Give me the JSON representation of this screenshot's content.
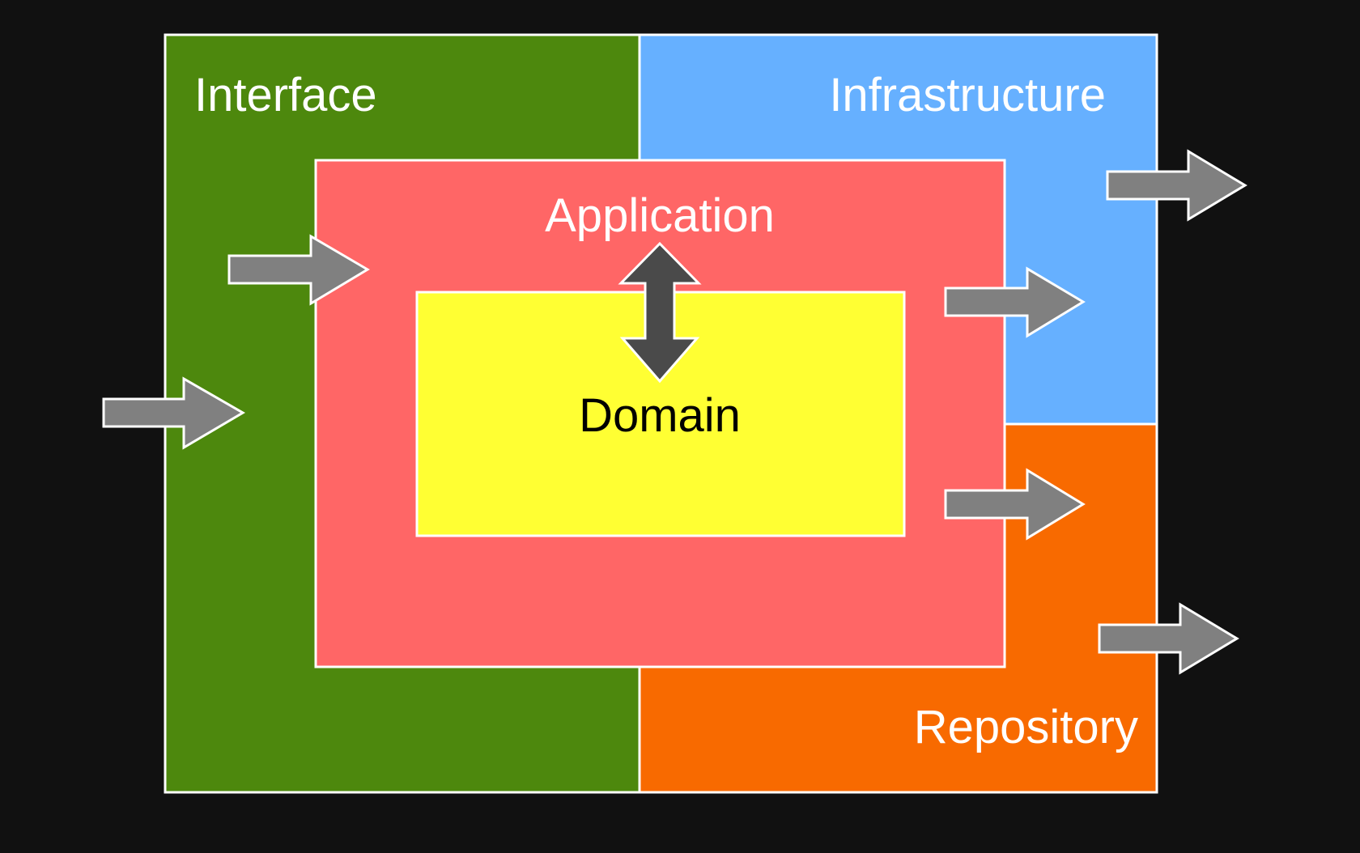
{
  "diagram": {
    "layers": {
      "interface": {
        "label": "Interface",
        "color": "#4d880d"
      },
      "infrastructure": {
        "label": "Infrastructure",
        "color": "#66b0ff"
      },
      "repository": {
        "label": "Repository",
        "color": "#f86a00"
      },
      "application": {
        "label": "Application",
        "color": "#ff6666"
      },
      "domain": {
        "label": "Domain",
        "color": "#ffff33"
      }
    },
    "colors": {
      "background": "#111111",
      "border": "#ffffff",
      "arrow_fill": "#808080",
      "bidirectional_arrow_fill": "#4a4a4a",
      "label_text": "#ffffff",
      "domain_label_text": "#000000"
    },
    "arrows": [
      {
        "from": "external",
        "to": "interface"
      },
      {
        "from": "interface",
        "to": "application"
      },
      {
        "from": "application",
        "to": "infrastructure"
      },
      {
        "from": "application",
        "to": "repository"
      },
      {
        "from": "infrastructure",
        "to": "external"
      },
      {
        "from": "repository",
        "to": "external"
      },
      {
        "from": "application",
        "to": "domain",
        "bidirectional": true
      }
    ]
  }
}
